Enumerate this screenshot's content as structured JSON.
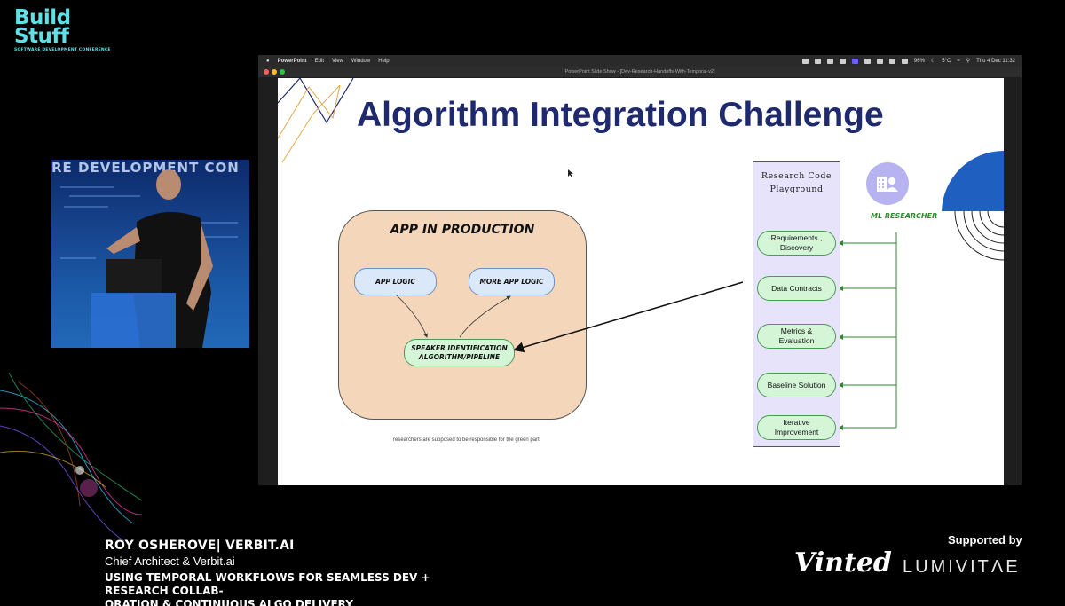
{
  "conference": {
    "logo_line1": "Build",
    "logo_line2": "Stuff",
    "tagline": "SOFTWARE DEVELOPMENT CONFERENCE"
  },
  "video": {
    "banner_text": "RE DEVELOPMENT CON"
  },
  "mac": {
    "menu": [
      "PowerPoint",
      "Edit",
      "View",
      "Window",
      "Help"
    ],
    "status_battery": "96%",
    "status_weather": "5°C",
    "status_datetime": "Thu 4 Dec 11:32",
    "window_title": "PowerPoint Slide Show - [Dev-Research-Handoffs-With-Temporal-v2]"
  },
  "slide": {
    "title": "Algorithm Integration Challenge",
    "app_box_title": "APP IN PRODUCTION",
    "app_logic": "APP LOGIC",
    "more_app_logic": "MORE APP LOGIC",
    "speaker_id_line1": "SPEAKER IDENTIFICATION",
    "speaker_id_line2": "ALGORITHM/PIPELINE",
    "footnote": "researchers are supposed to be responsible for the green part",
    "playground_title_line1": "Research Code",
    "playground_title_line2": "Playground",
    "steps": [
      {
        "line1": "Requirements ,",
        "line2": "Discovery"
      },
      {
        "line1": "Data Contracts",
        "line2": ""
      },
      {
        "line1": "Metrics &",
        "line2": "Evaluation"
      },
      {
        "line1": "Baseline Solution",
        "line2": ""
      },
      {
        "line1": "Iterative",
        "line2": "Improvement"
      }
    ],
    "researcher_label": "ML RESEARCHER",
    "colors": {
      "title": "#1f2a6e",
      "green": "#2f8a2f",
      "accent_blue": "#1f5fc0"
    }
  },
  "lower_third": {
    "speaker_name": "ROY OSHEROVE| VERBIT.AI",
    "speaker_role": "Chief Architect & Verbit.ai",
    "talk_title_line1": "USING TEMPORAL WORKFLOWS FOR SEAMLESS DEV + RESEARCH COLLAB-",
    "talk_title_line2": "ORATION & CONTINUOUS ALGO DELIVERY"
  },
  "sponsors": {
    "supported_by": "Supported by",
    "sponsor1": "Vinted",
    "sponsor2": "LUMIVITΛE"
  }
}
